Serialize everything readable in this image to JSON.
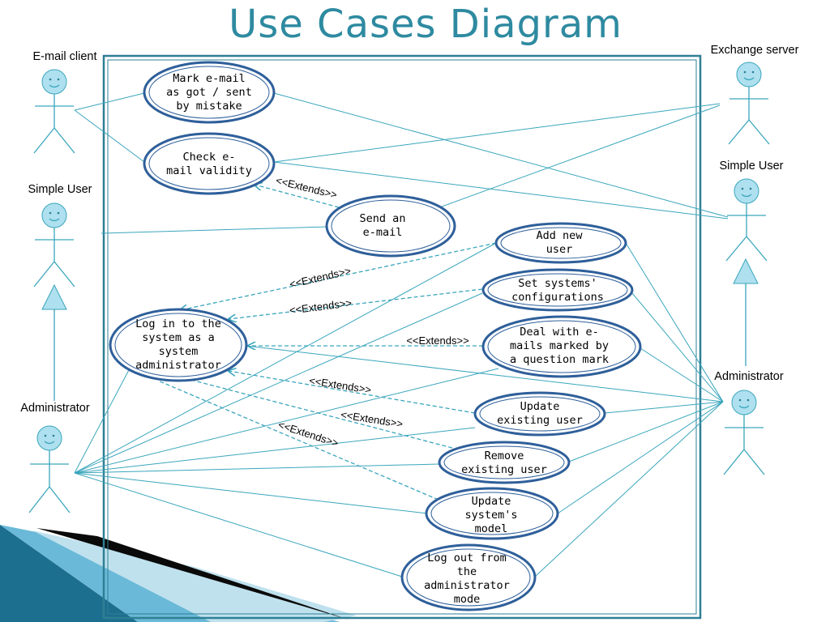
{
  "title": "Use Cases Diagram",
  "actors": {
    "email_client": "E-mail client",
    "simple_user_left": "Simple User",
    "administrator_left": "Administrator",
    "exchange_server": "Exchange server",
    "simple_user_right": "Simple User",
    "administrator_right": "Administrator"
  },
  "use_cases": {
    "mark_email": [
      "Mark e-mail",
      "as got / sent",
      "by mistake"
    ],
    "check_email": [
      "Check e-",
      "mail validity"
    ],
    "send_email": [
      "Send an",
      "e-mail"
    ],
    "add_user": [
      "Add new",
      "user"
    ],
    "set_config": [
      "Set systems'",
      "configurations"
    ],
    "login": [
      "Log in to the",
      "system as a",
      "system",
      "administrator"
    ],
    "deal_question": [
      "Deal with  e-",
      "mails marked by",
      "a question mark"
    ],
    "update_user": [
      "Update",
      "existing user"
    ],
    "remove_user": [
      "Remove",
      "existing user"
    ],
    "update_model": [
      "Update",
      "system's",
      "model"
    ],
    "logout": [
      "Log out from",
      "the",
      "administrator",
      "mode"
    ]
  },
  "extends_label": "<<Extends>>",
  "colors": {
    "title": "#2e8aa0",
    "line": "#3aa6bc",
    "ellipse_border": "#2e5f9a",
    "boundary": "#2e7f94"
  }
}
